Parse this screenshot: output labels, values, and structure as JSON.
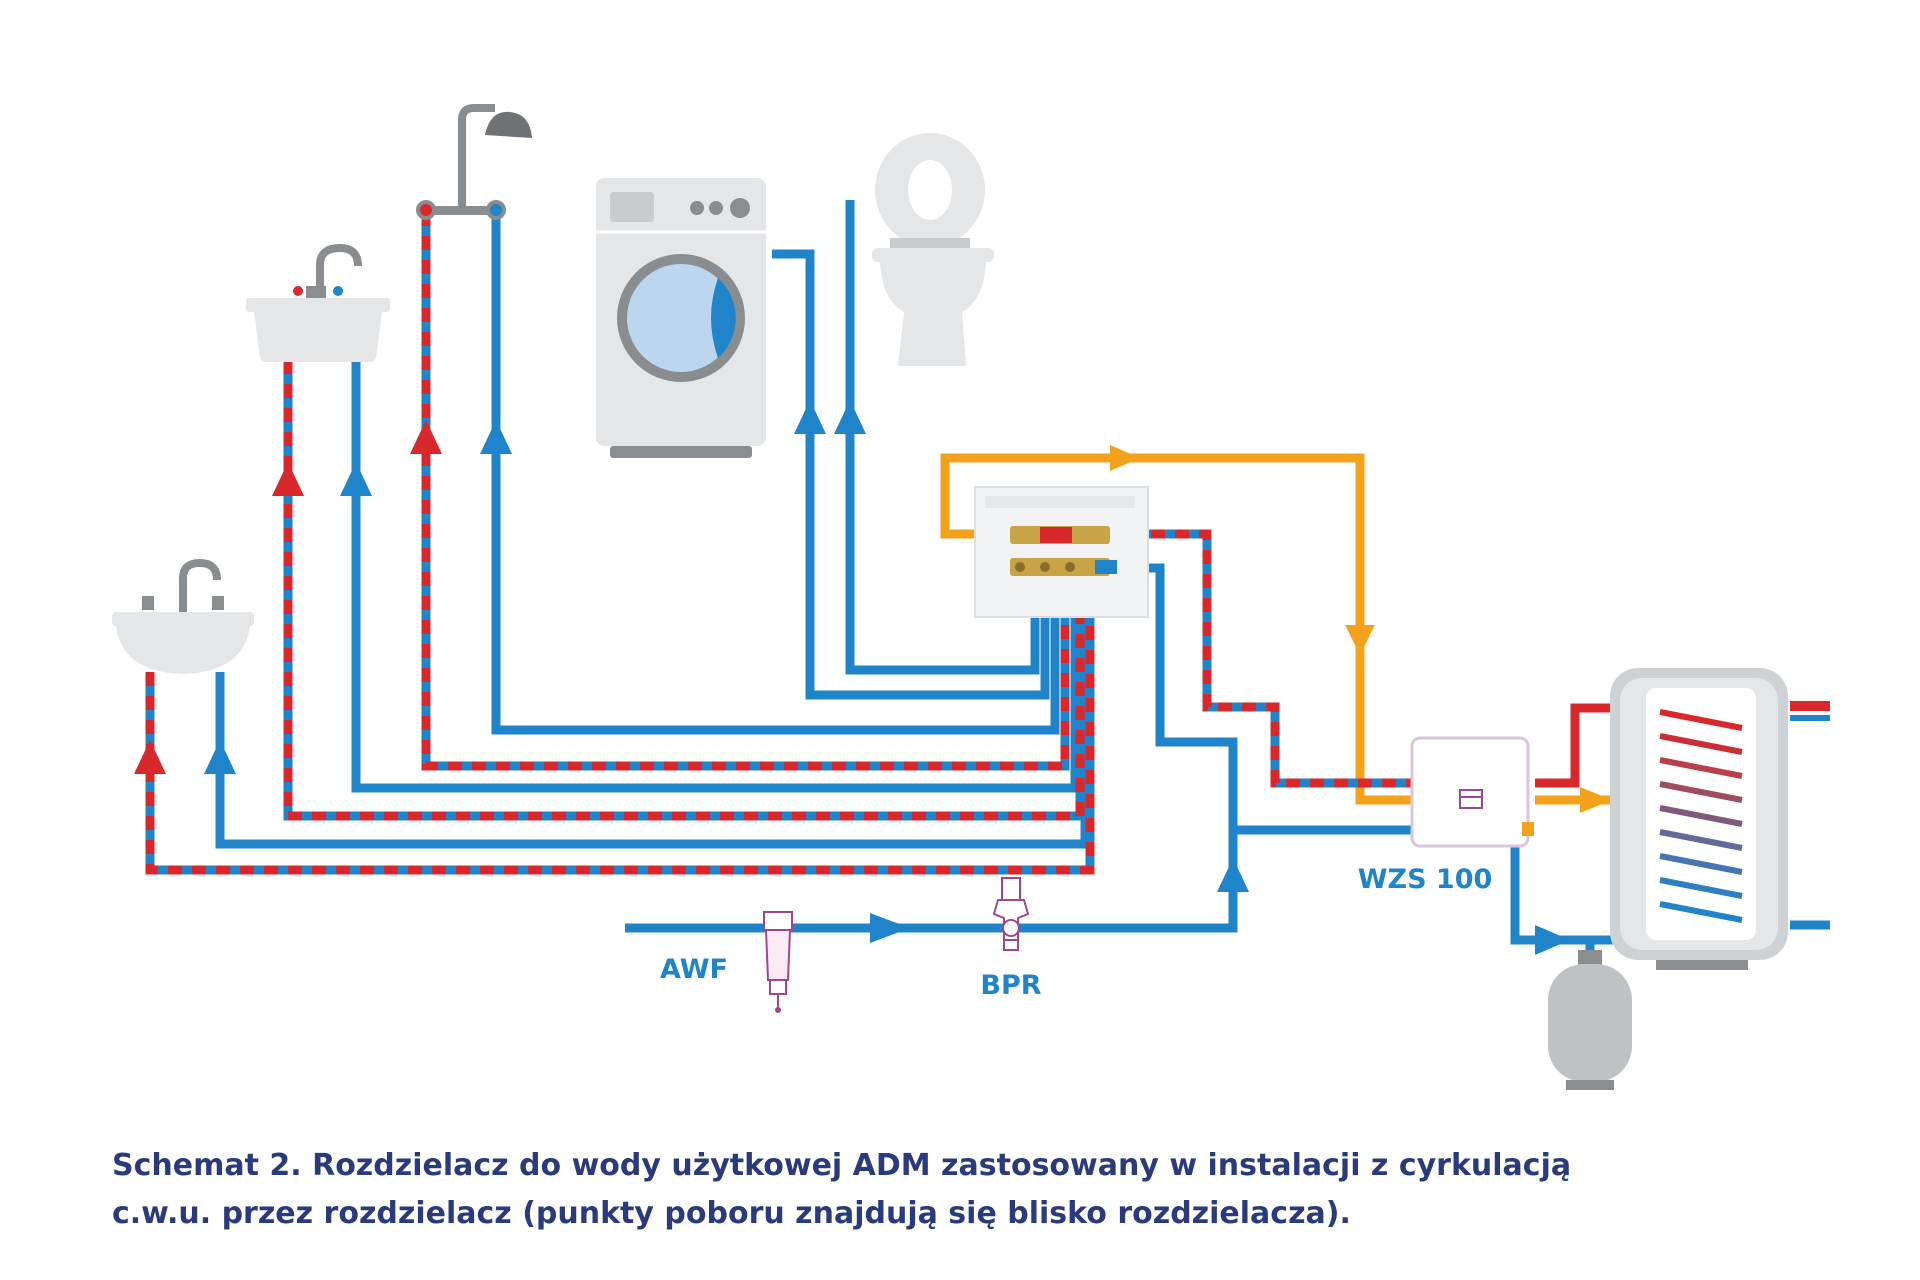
{
  "labels": {
    "awf": "AWF",
    "bpr": "BPR",
    "wzs": "WZS 100"
  },
  "caption": {
    "line1": "Schemat 2. Rozdzielacz do wody użytkowej ADM zastosowany w instalacji z cyrkulacją",
    "line2": "c.w.u. przez rozdzielacz (punkty poboru znajdują się blisko rozdzielacza)."
  },
  "colors": {
    "cold_water": "#1f84c9",
    "hot_water": "#d8282c",
    "circulation": "#f2a21b",
    "fixture": "#e4e6e8",
    "fixture_dark": "#8a8d90",
    "caption": "#2a3a7d",
    "valve": "#a0468f"
  },
  "icons": [
    "shower-icon",
    "wash-basin-icon",
    "small-basin-icon",
    "washing-machine-icon",
    "toilet-icon",
    "manifold-icon",
    "water-filter-icon",
    "pressure-reducer-icon",
    "heat-exchanger-icon",
    "boiler-tank-icon",
    "expansion-vessel-icon"
  ]
}
